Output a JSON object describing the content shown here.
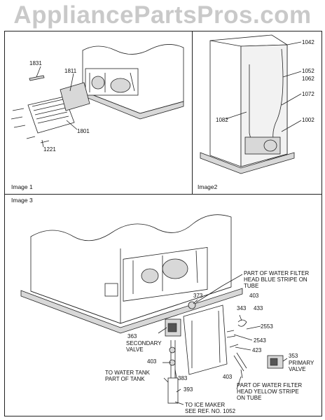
{
  "watermark": "AppliancePartsPros.com",
  "panes": {
    "image1": {
      "title": "Image 1",
      "callouts": [
        "1831",
        "1811",
        "1801",
        "1221"
      ]
    },
    "image2": {
      "title": "Image2",
      "callouts": [
        "1042",
        "1052",
        "1062",
        "1072",
        "1002",
        "1082"
      ]
    },
    "image3": {
      "title": "Image 3",
      "callouts": {
        "c403_top": "403",
        "c373": "373",
        "c343": "343",
        "c433": "433",
        "c2553": "2553",
        "c363": "363",
        "c2543": "2543",
        "c423": "423",
        "c353": "353",
        "c403_mid": "403",
        "c383": "383",
        "c393": "393",
        "c403_bot": "403"
      },
      "notes": {
        "blue_stripe": [
          "PART OF WATER FILTER",
          "HEAD BLUE STRIPE ON",
          "TUBE"
        ],
        "secondary_valve": [
          "SECONDARY",
          "VALVE"
        ],
        "primary_valve": [
          "PRIMARY",
          "VALVE"
        ],
        "water_tank": [
          "TO WATER TANK",
          "PART OF TANK"
        ],
        "yellow_stripe": [
          "PART OF WATER FILTER",
          "HEAD YELLOW STRIPE",
          "ON TUBE"
        ],
        "ice_maker": [
          "TO ICE MAKER",
          "SEE REF. NO. 1052"
        ]
      }
    }
  }
}
